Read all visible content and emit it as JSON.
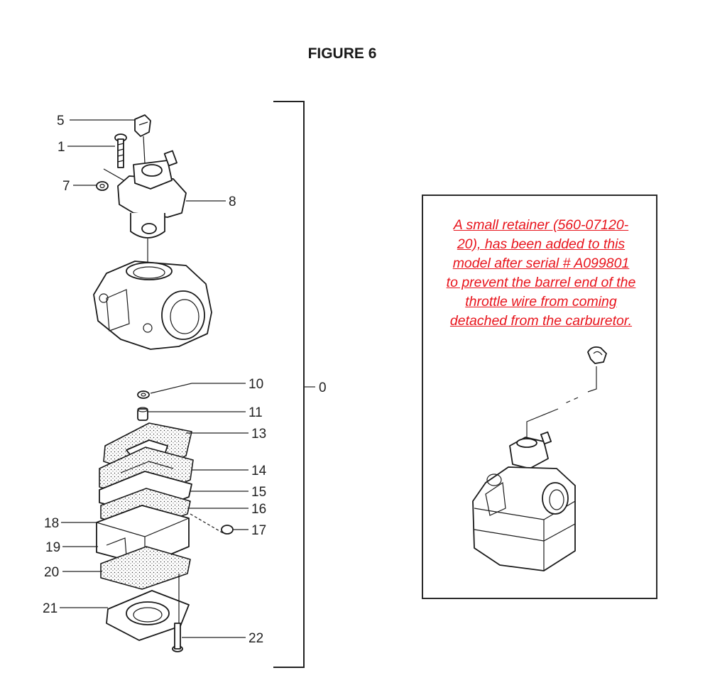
{
  "figure": {
    "title": "FIGURE 6"
  },
  "callouts": [
    {
      "id": "c5",
      "label": "5"
    },
    {
      "id": "c1",
      "label": "1"
    },
    {
      "id": "c7",
      "label": "7"
    },
    {
      "id": "c8",
      "label": "8"
    },
    {
      "id": "c10",
      "label": "10"
    },
    {
      "id": "c11",
      "label": "11"
    },
    {
      "id": "c13",
      "label": "13"
    },
    {
      "id": "c14",
      "label": "14"
    },
    {
      "id": "c15",
      "label": "15"
    },
    {
      "id": "c16",
      "label": "16"
    },
    {
      "id": "c17",
      "label": "17"
    },
    {
      "id": "c18",
      "label": "18"
    },
    {
      "id": "c19",
      "label": "19"
    },
    {
      "id": "c20",
      "label": "20"
    },
    {
      "id": "c21",
      "label": "21"
    },
    {
      "id": "c22",
      "label": "22"
    },
    {
      "id": "c0",
      "label": "0"
    }
  ],
  "note": {
    "lines": [
      "A small retainer (560-07120-",
      "20), has been added to this",
      "model after serial # A099801",
      "to prevent the barrel end of the",
      "throttle wire from coming",
      "detached from the carburetor."
    ],
    "color": "#e8141c"
  }
}
